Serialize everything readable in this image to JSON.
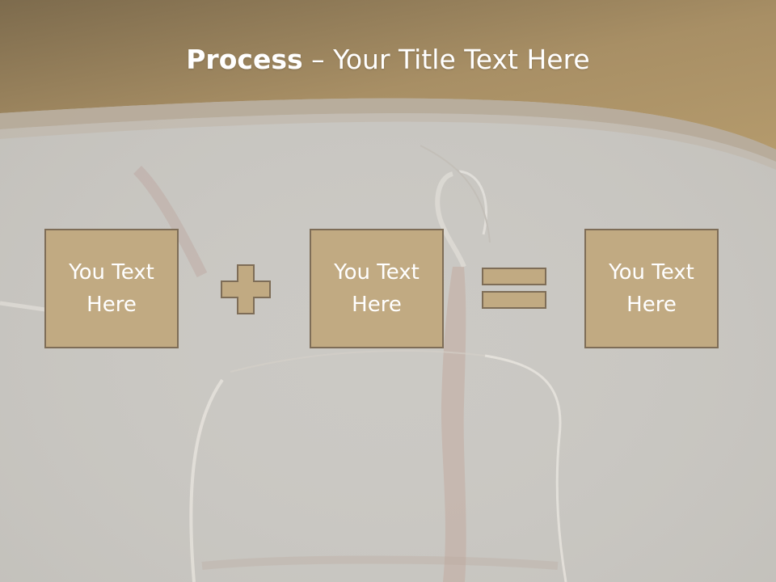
{
  "slide": {
    "title_strong": "Process",
    "title_rest": " – Your Title Text Here",
    "colors": {
      "background": "#cbc9c4",
      "header_band": "#a88f65",
      "box_fill": "#c1aa82",
      "box_border": "#7e6d57",
      "text": "#ffffff"
    }
  },
  "boxes": [
    {
      "label": "You Text Here"
    },
    {
      "label": "You Text Here"
    },
    {
      "label": "You Text Here"
    }
  ],
  "operators": [
    "plus-icon",
    "equals-icon"
  ]
}
